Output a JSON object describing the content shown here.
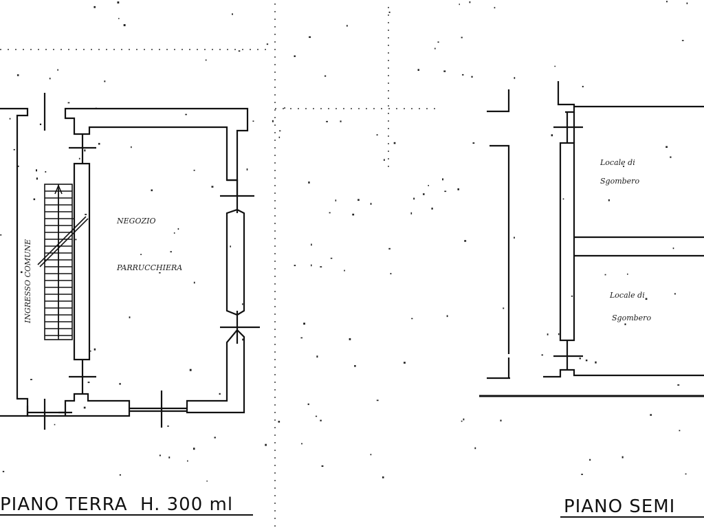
{
  "ground_floor": {
    "title": "PIANO TERRA  H. 300 ml",
    "rooms": {
      "entrance": "INGRESSO COMUNE",
      "shop_line1": "NEGOZIO",
      "shop_line2": "PARRUCCHIERA"
    }
  },
  "semi_basement": {
    "title": "PIANO SEMI",
    "rooms": {
      "storage_upper_line1": "Locale di",
      "storage_upper_line2": "Sgombero",
      "storage_lower_line1": "Locale di",
      "storage_lower_line2": "Sgombero"
    }
  },
  "colors": {
    "ink": "#111111",
    "paper": "#ffffff"
  }
}
